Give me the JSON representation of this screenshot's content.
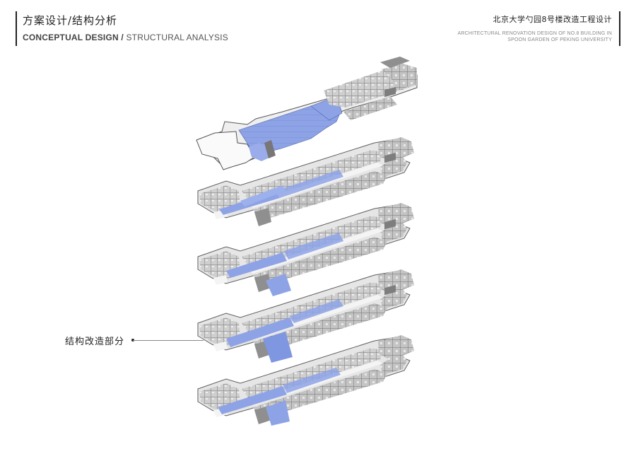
{
  "header": {
    "title_cn": "方案设计/结构分析",
    "title_en_bold": "CONCEPTUAL DESIGN /",
    "title_en_rest": " STRUCTURAL ANALYSIS"
  },
  "project": {
    "name_cn": "北京大学勺园8号楼改造工程设计",
    "name_en_line1": "ARCHITECTURAL RENOVATION DESIGN OF NO.8 BUILDING IN",
    "name_en_line2": "SPOON GARDEN OF PEKING UNIVERSITY"
  },
  "callout": {
    "label": "结构改造部分"
  },
  "colors": {
    "highlight": "#8ea3e6",
    "room": "#c8c8c8",
    "wall": "#666666",
    "stair": "#8f8f8f"
  }
}
